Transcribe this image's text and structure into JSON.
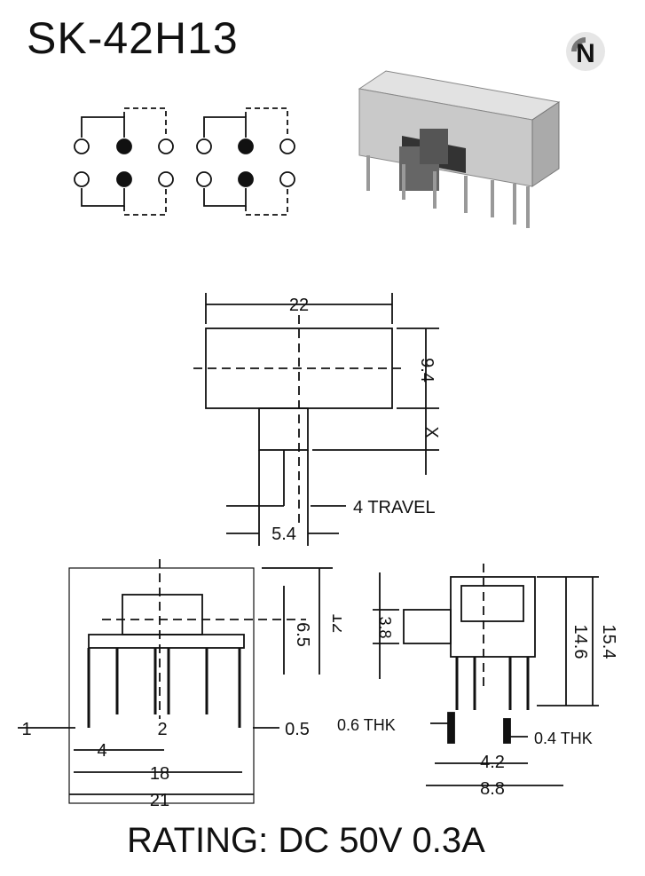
{
  "header": {
    "model": "SK-42H13",
    "logo_letter": "N"
  },
  "top_view": {
    "width_dim": "22",
    "height_dim": "9.4",
    "actuator_dim": "X",
    "travel_label": "4 TRAVEL",
    "actuator_width_dim": "5.4"
  },
  "front_view": {
    "height_12": "12",
    "height_6_5": "6.5",
    "pin_offset": "1",
    "pin_pitch_4": "4",
    "pin_pitch_2": "2",
    "pin_0_5": "0.5",
    "span_18": "18",
    "span_21": "21"
  },
  "side_view": {
    "knob_3_8": "3.8",
    "height_14_6": "14.6",
    "height_15_4": "15.4",
    "thk_0_6": "0.6 THK",
    "thk_0_4": "0.4 THK",
    "span_4_2": "4.2",
    "span_8_8": "8.8"
  },
  "footer": {
    "rating": "RATING: DC 50V 0.3A"
  }
}
